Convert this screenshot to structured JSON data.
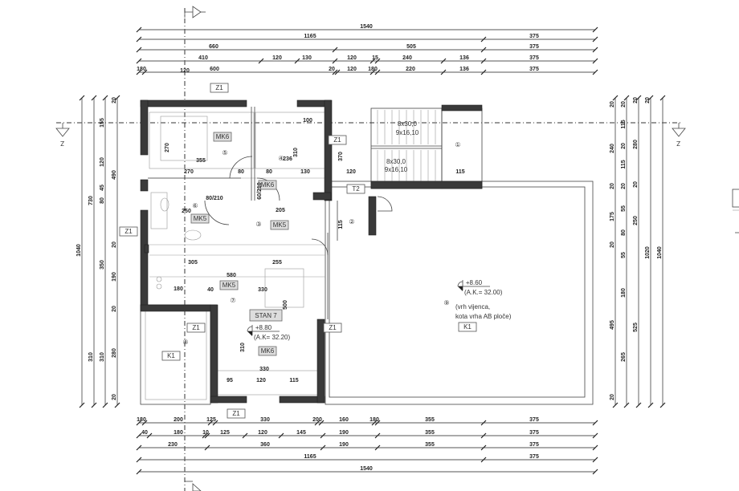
{
  "plan": {
    "apartment_name": "STAN 7",
    "level_apartment": "+8.80",
    "ak_apartment": "(A.K= 32.20)",
    "level_roof": "+8.60",
    "ak_roof": "(A.K.= 32.00)",
    "roof_note_1": "(vrh vijenca,",
    "roof_note_2": "kota vrha AB ploče)",
    "stair_upper_1": "8x30,0",
    "stair_upper_2": "9x16,10",
    "stair_lower_1": "8x30,0",
    "stair_lower_2": "9x16,10",
    "section_mark": "Z",
    "room_numbers": [
      "①",
      "②",
      "③",
      "④",
      "⑤",
      "⑥",
      "⑦",
      "⑧",
      "⑨"
    ],
    "material_tags": [
      "MK6",
      "MK6",
      "MK5",
      "MK5",
      "MK5",
      "MK6",
      "Z1",
      "Z1",
      "Z1",
      "Z1",
      "Z1",
      "Z1",
      "T2",
      "K1",
      "K1"
    ]
  },
  "dimensions": {
    "top": [
      [
        "1540"
      ],
      [
        "1165",
        "375"
      ],
      [
        "660",
        "505",
        "375"
      ],
      [
        "410",
        "120",
        "130",
        "120",
        "15",
        "240",
        "136",
        "375"
      ],
      [
        "180",
        "600",
        "20",
        "120",
        "180",
        "220",
        "136",
        "375"
      ]
    ],
    "bottom": [
      [
        "180",
        "200",
        "125",
        "330",
        "200",
        "160",
        "180",
        "355",
        "375"
      ],
      [
        "40",
        "180",
        "10",
        "125",
        "120",
        "145",
        "190",
        "355",
        "375"
      ],
      [
        "230",
        "360",
        "190",
        "355",
        "375"
      ],
      [
        "1165",
        "375"
      ],
      [
        "1540"
      ]
    ],
    "left": [
      [
        "1040"
      ],
      [
        "730",
        "310"
      ],
      [
        "155",
        "120",
        "45",
        "80",
        "350",
        "310"
      ],
      [
        "20",
        "490",
        "20",
        "190",
        "20",
        "280",
        "20"
      ]
    ],
    "right": [
      [
        "20",
        "240",
        "20",
        "175",
        "20",
        "495",
        "20"
      ],
      [
        "20",
        "115",
        "20",
        "115",
        "20",
        "55",
        "80",
        "55",
        "180",
        "265"
      ],
      [
        "20",
        "280",
        "20",
        "250",
        "525"
      ],
      [
        "20",
        "1020"
      ],
      [
        "1040"
      ]
    ],
    "interior": [
      "270",
      "355",
      "270",
      "310",
      "236",
      "100",
      "80",
      "80",
      "130",
      "120",
      "370",
      "115",
      "250",
      "205",
      "305",
      "255",
      "580",
      "180",
      "40",
      "330",
      "500",
      "310",
      "330",
      "95",
      "120",
      "115",
      "115",
      "80/210",
      "60/210",
      "120"
    ]
  }
}
